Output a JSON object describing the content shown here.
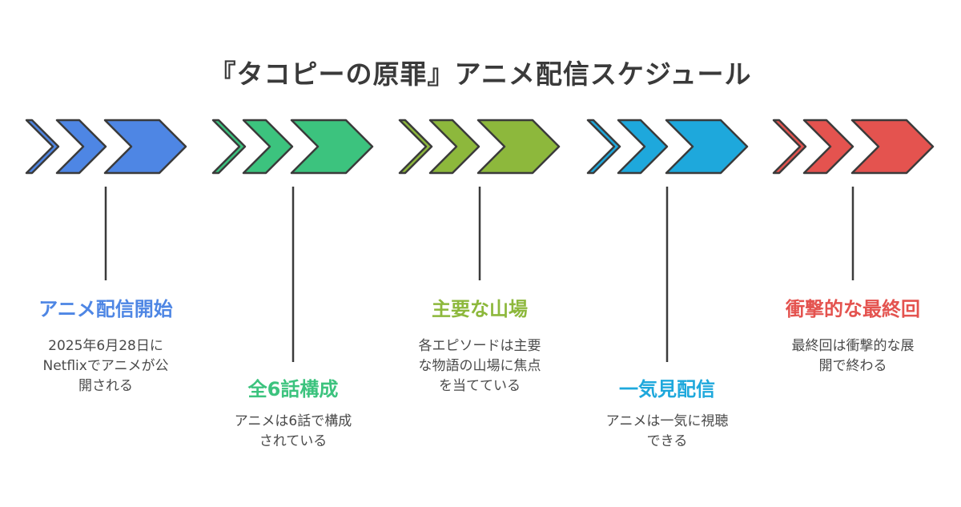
{
  "title": "『タコピーの原罪』アニメ配信スケジュール",
  "stages": [
    {
      "color": "#4E86E4",
      "title": "アニメ配信開始",
      "desc_lines": [
        "2025年6月28日に",
        "Netflixでアニメが公",
        "開される"
      ]
    },
    {
      "color": "#3CC37E",
      "title": "全6話構成",
      "desc_lines": [
        "アニメは6話で構成",
        "されている"
      ]
    },
    {
      "color": "#8DB83C",
      "title": "主要な山場",
      "desc_lines": [
        "各エピソードは主要",
        "な物語の山場に焦点",
        "を当てている"
      ]
    },
    {
      "color": "#1EA8DC",
      "title": "一気見配信",
      "desc_lines": [
        "アニメは一気に視聴",
        "できる"
      ]
    },
    {
      "color": "#E4534F",
      "title": "衝撃的な最終回",
      "desc_lines": [
        "最終回は衝撃的な展",
        "開で終わる"
      ]
    }
  ]
}
